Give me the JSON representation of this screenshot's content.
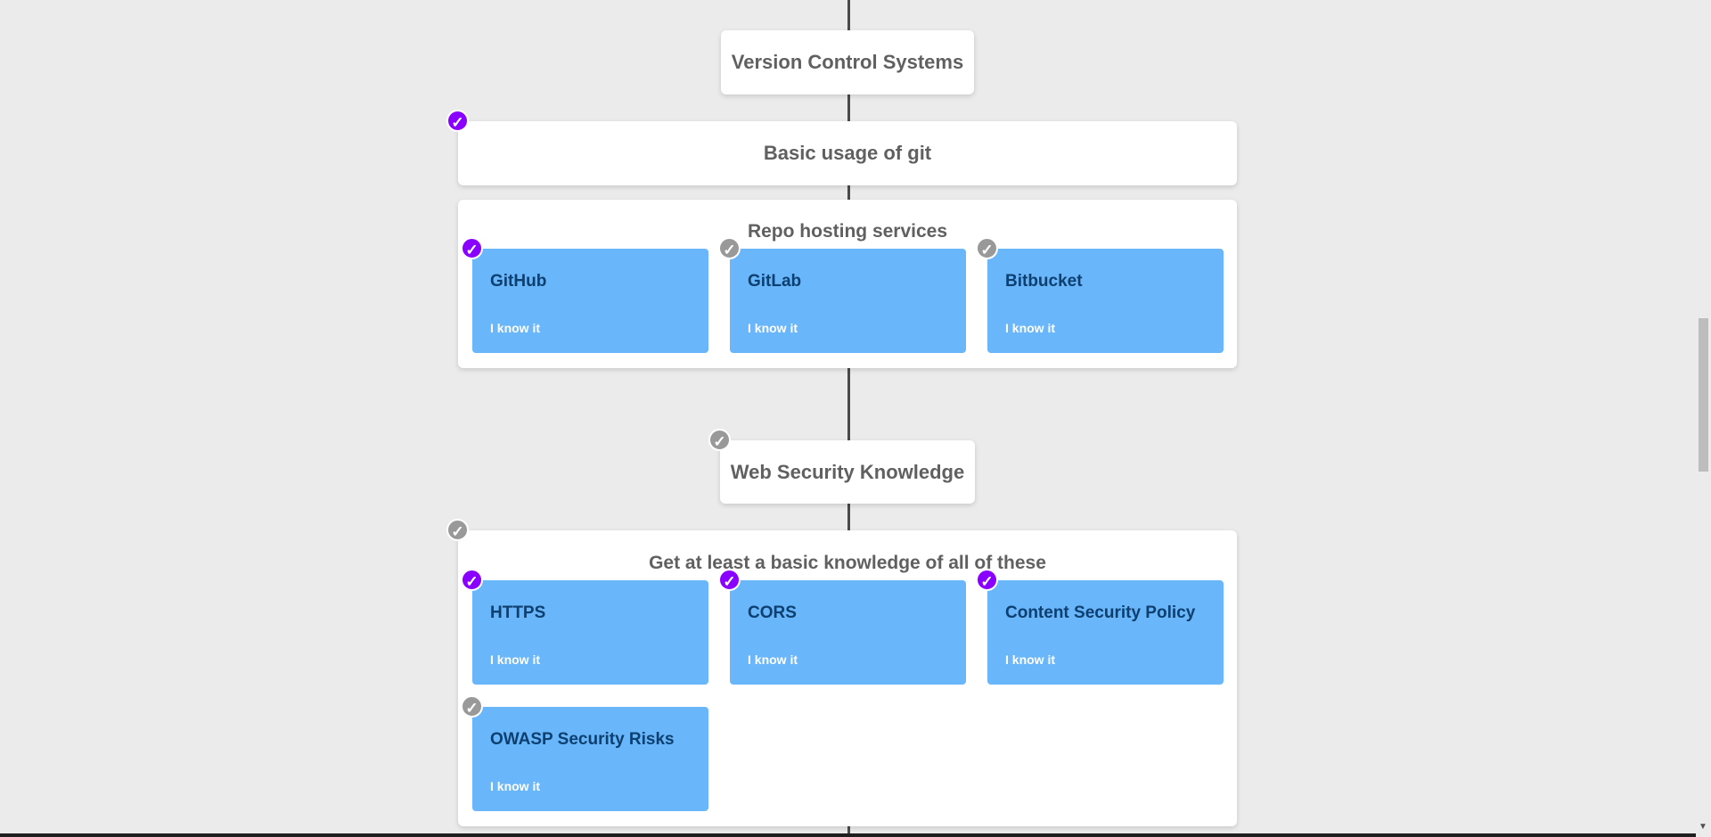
{
  "nodes": {
    "version_control": "Version Control Systems",
    "basic_git": "Basic usage of git",
    "web_security": "Web Security Knowledge"
  },
  "repo_group": {
    "title": "Repo hosting services",
    "cards": [
      {
        "title": "GitHub",
        "action": "I know it",
        "status": "done"
      },
      {
        "title": "GitLab",
        "action": "I know it",
        "status": "todo"
      },
      {
        "title": "Bitbucket",
        "action": "I know it",
        "status": "todo"
      }
    ]
  },
  "security_group": {
    "title": "Get at least a basic knowledge of all of these",
    "cards": [
      {
        "title": "HTTPS",
        "action": "I know it",
        "status": "done"
      },
      {
        "title": "CORS",
        "action": "I know it",
        "status": "done"
      },
      {
        "title": "Content Security Policy",
        "action": "I know it",
        "status": "done"
      },
      {
        "title": "OWASP Security Risks",
        "action": "I know it",
        "status": "todo"
      }
    ]
  },
  "check_symbol": "✓",
  "colors": {
    "done": "#8a00ff",
    "todo": "#999999",
    "card": "#69b6fb",
    "card_title": "#0d3f6f"
  }
}
